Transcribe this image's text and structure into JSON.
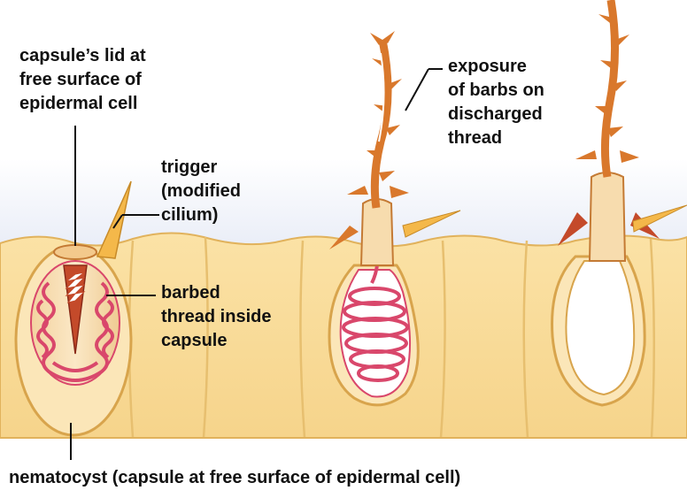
{
  "labels": {
    "lid": [
      "capsule’s lid at",
      "free surface of",
      "epidermal cell"
    ],
    "trigger": [
      "trigger",
      "(modified",
      "cilium)"
    ],
    "thread": [
      "barbed",
      "thread inside",
      "capsule"
    ],
    "barbs": [
      "exposure",
      "of barbs on",
      "discharged",
      "thread"
    ]
  },
  "caption": "nematocyst (capsule at free surface of epidermal cell)",
  "colors": {
    "cell_fill": "#f9dd9c",
    "cell_edge": "#e1b25c",
    "capsule_fill": "#f7dfb4",
    "thread": "#d9476b",
    "barb": "#d9782c",
    "lumen": "#ffffff",
    "sky": "#e9edf7"
  }
}
